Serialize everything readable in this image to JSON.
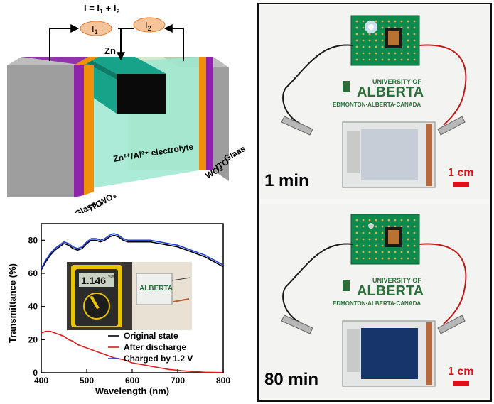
{
  "schematic": {
    "equation": "I = I",
    "equation_sub1": "1",
    "equation_plus": " + I",
    "equation_sub2": "2",
    "current1": "I",
    "current1_sub": "1",
    "current2": "I",
    "current2_sub": "2",
    "anode": "Zn",
    "electrolyte": "Zn²⁺/Al³⁺ electrolyte",
    "right_layers": [
      "Glass",
      "ITO",
      "WO₃"
    ],
    "left_layers": [
      "WO₃",
      "ITO",
      "Glass"
    ],
    "colors": {
      "glass": "#9e9e9e",
      "ito_purple": "#8e24aa",
      "wo3_orange": "#f0900a",
      "electrolyte": "#9ee8d0",
      "zn_top": "#17a38a",
      "zn_front": "#0a0a0a",
      "current_fill": "#f5c49a"
    }
  },
  "chart_data": {
    "type": "line",
    "xlabel": "Wavelength (nm)",
    "ylabel": "Transmittance (%)",
    "xlim": [
      400,
      800
    ],
    "ylim": [
      0,
      90
    ],
    "xticks": [
      400,
      500,
      600,
      700,
      800
    ],
    "yticks": [
      0,
      20,
      40,
      60,
      80
    ],
    "legend_position": "bottom-right",
    "series": [
      {
        "name": "Original state",
        "color": "#000000",
        "x": [
          400,
          410,
          420,
          430,
          440,
          450,
          460,
          470,
          480,
          490,
          500,
          510,
          520,
          530,
          540,
          550,
          560,
          570,
          580,
          590,
          600,
          620,
          640,
          660,
          680,
          700,
          720,
          740,
          760,
          780,
          800
        ],
        "y": [
          62,
          67,
          71,
          74,
          76,
          78,
          77,
          75,
          74,
          75,
          78,
          80,
          80,
          79,
          80,
          82,
          83,
          82,
          80,
          79,
          79,
          79,
          79,
          78,
          77,
          76,
          74,
          72,
          70,
          67,
          64
        ]
      },
      {
        "name": "After discharge",
        "color": "#e01b1b",
        "x": [
          400,
          410,
          420,
          430,
          440,
          450,
          460,
          470,
          480,
          490,
          500,
          520,
          540,
          560,
          580,
          600,
          620,
          640,
          660,
          680,
          700,
          720,
          740,
          760,
          780,
          800
        ],
        "y": [
          24,
          25,
          25,
          24,
          23,
          22,
          20,
          19,
          17,
          16,
          15,
          13,
          11,
          9,
          8,
          6,
          5,
          4,
          3,
          2,
          1.5,
          1,
          0.6,
          0.3,
          0.2,
          0.1
        ]
      },
      {
        "name": "Charged by 1.2 V",
        "color": "#1f3fd6",
        "x": [
          400,
          410,
          420,
          430,
          440,
          450,
          460,
          470,
          480,
          490,
          500,
          510,
          520,
          530,
          540,
          550,
          560,
          570,
          580,
          590,
          600,
          620,
          640,
          660,
          680,
          700,
          720,
          740,
          760,
          780,
          800
        ],
        "y": [
          63,
          68,
          72,
          75,
          77,
          79,
          78,
          76,
          75,
          76,
          79,
          81,
          81,
          80,
          81,
          83,
          84,
          83,
          81,
          80,
          80,
          80,
          80,
          79,
          78,
          77,
          75,
          73,
          71,
          68,
          65
        ]
      }
    ],
    "inset_photo": {
      "meter_reading": "1.146",
      "meter_unit": "VDC",
      "logo_text": "ALBERTA"
    }
  },
  "photos": [
    {
      "time_label": "1 min",
      "scale_label": "1 cm",
      "logo_top": "UNIVERSITY OF",
      "logo_main": "ALBERTA",
      "logo_sub": "EDMONTON·ALBERTA·CANADA",
      "window_color": "#c7cdd6",
      "led_on": true
    },
    {
      "time_label": "80 min",
      "scale_label": "1 cm",
      "logo_top": "UNIVERSITY OF",
      "logo_main": "ALBERTA",
      "logo_sub": "EDMONTON·ALBERTA·CANADA",
      "window_color": "#17356b",
      "led_on": false
    }
  ]
}
